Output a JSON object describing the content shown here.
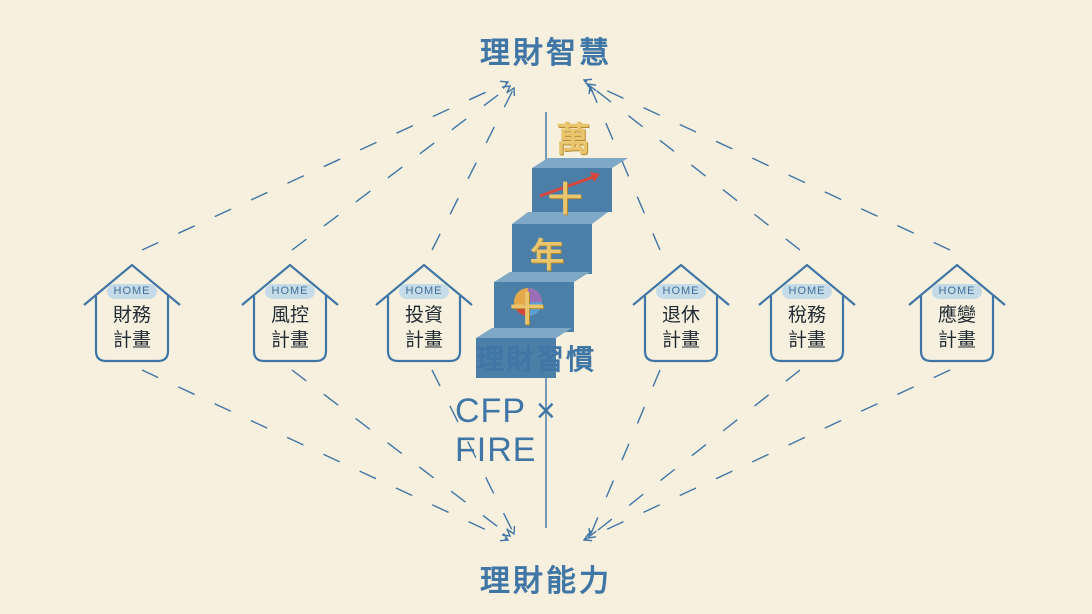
{
  "titles": {
    "top": "理財智慧",
    "bottom": "理財能力"
  },
  "houses": [
    {
      "badge": "HOME",
      "line1": "財務",
      "line2": "計畫"
    },
    {
      "badge": "HOME",
      "line1": "風控",
      "line2": "計畫"
    },
    {
      "badge": "HOME",
      "line1": "投資",
      "line2": "計畫"
    },
    {
      "badge": "HOME",
      "line1": "退休",
      "line2": "計畫"
    },
    {
      "badge": "HOME",
      "line1": "稅務",
      "line2": "計畫"
    },
    {
      "badge": "HOME",
      "line1": "應變",
      "line2": "計畫"
    }
  ],
  "stairs": {
    "chars": [
      "萬",
      "十",
      "年",
      "十"
    ],
    "habit_label": "理財習慣"
  },
  "cfp_label": "CFP × FIRE",
  "colors": {
    "background": "#f7f0de",
    "accent_blue": "#3f76a5",
    "step_blue": "#4c7fa8",
    "gold": "#e9c66d"
  }
}
